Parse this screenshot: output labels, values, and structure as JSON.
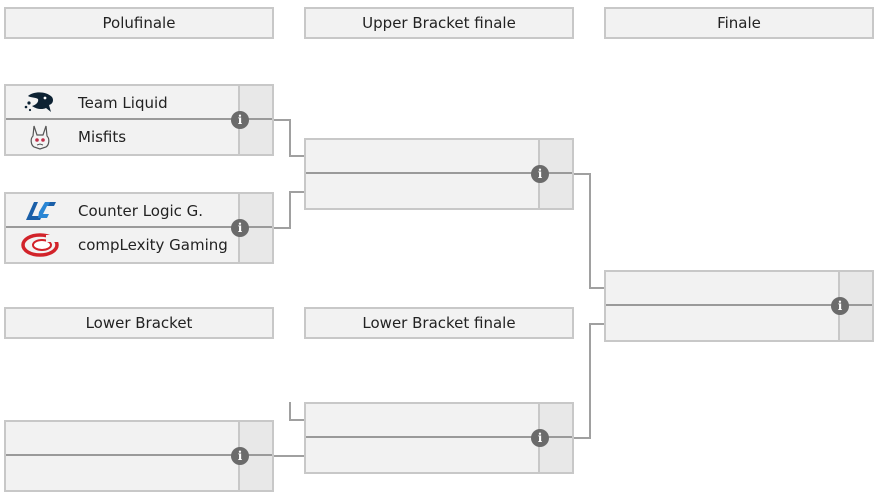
{
  "columns": {
    "col1": "Polufinale",
    "col2": "Upper Bracket finale",
    "col3": "Finale",
    "lower1": "Lower Bracket",
    "lower2": "Lower Bracket finale"
  },
  "matches": {
    "semi1": {
      "team1": "Team Liquid",
      "team2": "Misfits",
      "team1_logo": "team-liquid-logo",
      "team2_logo": "misfits-logo"
    },
    "semi2": {
      "team1": "Counter Logic G.",
      "team2": "compLexity Gaming",
      "team1_logo": "counter-logic-gaming-logo",
      "team2_logo": "complexity-gaming-logo"
    }
  },
  "info_icon": "i",
  "colors": {
    "header_bg": "#f2f2f2",
    "border": "#c8c8c8",
    "connector": "#a0a0a0",
    "info_icon": "#6b6b6b"
  }
}
